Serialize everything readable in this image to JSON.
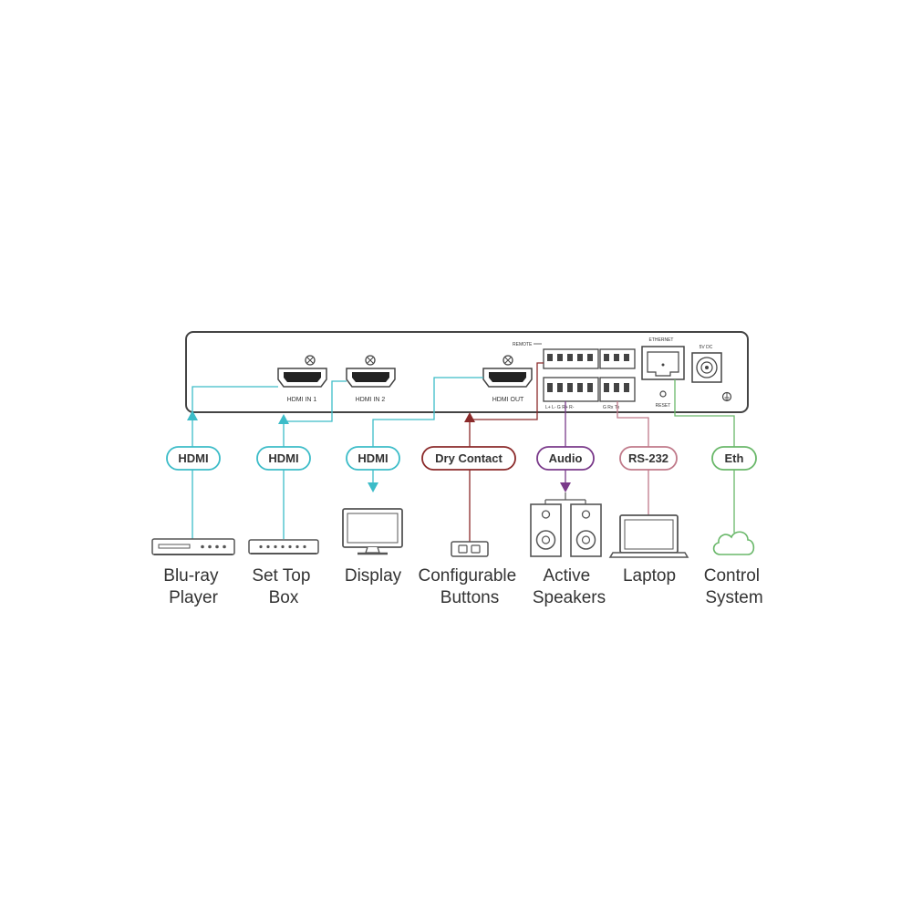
{
  "device": {
    "ports": {
      "hdmi_in_1": "HDMI IN 1",
      "hdmi_in_2": "HDMI IN 2",
      "hdmi_out": "HDMI OUT",
      "remote": "REMOTE",
      "ethernet": "ETHERNET",
      "power": "5V DC",
      "reset": "RESET",
      "audio_terminals": "L+ L-  G R+ R-",
      "rs232_terminals": "G Rx Tx"
    }
  },
  "colors": {
    "hdmi": "#3cbcc8",
    "dry_contact": "#8b2a2a",
    "audio": "#7a3a8a",
    "rs232": "#c07a8a",
    "eth": "#6ab86a",
    "outline": "#444444",
    "device_fill": "#ffffff",
    "panel_gray": "#e8e8e8"
  },
  "connections": [
    {
      "label": "HDMI",
      "color": "#3cbcc8",
      "direction": "up"
    },
    {
      "label": "HDMI",
      "color": "#3cbcc8",
      "direction": "up"
    },
    {
      "label": "HDMI",
      "color": "#3cbcc8",
      "direction": "down"
    },
    {
      "label": "Dry Contact",
      "color": "#8b2a2a",
      "direction": "up"
    },
    {
      "label": "Audio",
      "color": "#7a3a8a",
      "direction": "down"
    },
    {
      "label": "RS-232",
      "color": "#c07a8a",
      "direction": "none"
    },
    {
      "label": "Eth",
      "color": "#6ab86a",
      "direction": "none"
    }
  ],
  "devices": [
    {
      "line1": "Blu-ray",
      "line2": "Player",
      "icon": "blu-ray-player-icon"
    },
    {
      "line1": "Set Top",
      "line2": "Box",
      "icon": "set-top-box-icon"
    },
    {
      "line1": "Display",
      "line2": "",
      "icon": "display-icon"
    },
    {
      "line1": "Configurable",
      "line2": "Buttons",
      "icon": "buttons-icon"
    },
    {
      "line1": "Active",
      "line2": "Speakers",
      "icon": "speakers-icon"
    },
    {
      "line1": "Laptop",
      "line2": "",
      "icon": "laptop-icon"
    },
    {
      "line1": "Control",
      "line2": "System",
      "icon": "cloud-icon"
    }
  ]
}
